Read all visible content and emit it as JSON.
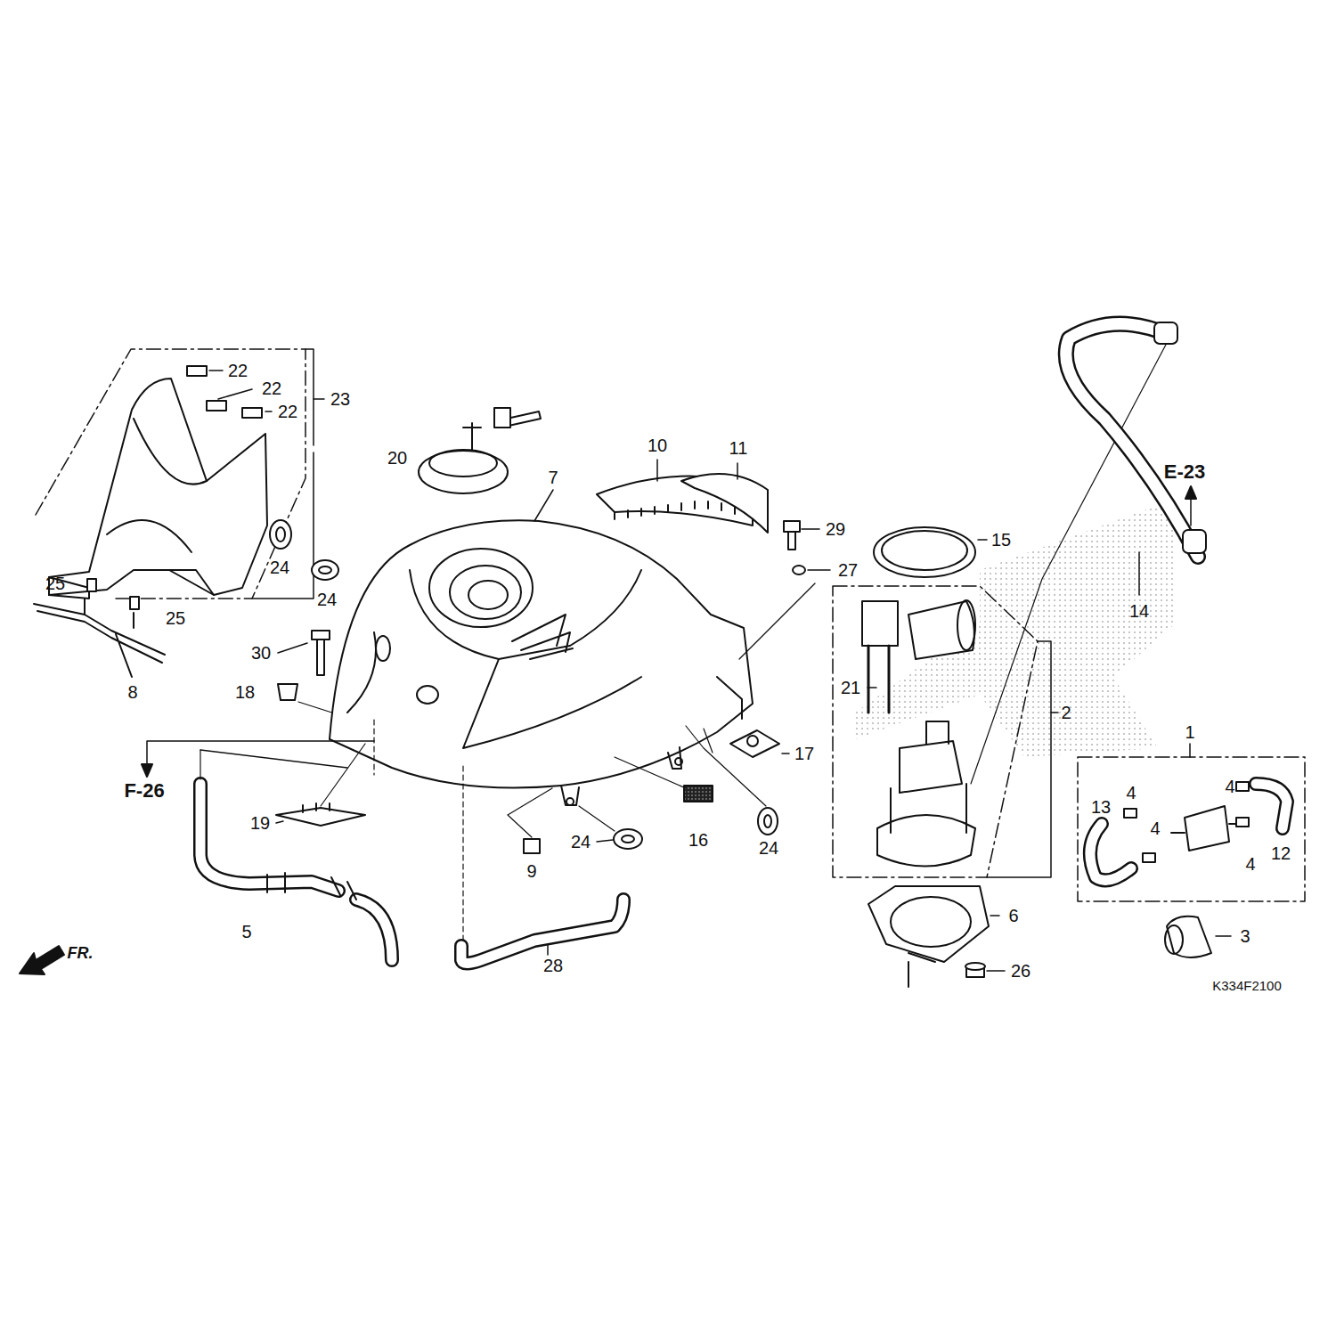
{
  "diagram": {
    "labels": [
      "22",
      "22",
      "22",
      "23",
      "20",
      "7",
      "10",
      "11",
      "29",
      "15",
      "E-23",
      "24",
      "24",
      "27",
      "25",
      "25",
      "14",
      "30",
      "21",
      "2",
      "18",
      "1",
      "8",
      "17",
      "F-26",
      "13",
      "4",
      "4",
      "4",
      "4",
      "12",
      "19",
      "24",
      "16",
      "24",
      "6",
      "9",
      "3",
      "5",
      "26",
      "28",
      "FR.",
      "K334F2100"
    ]
  }
}
